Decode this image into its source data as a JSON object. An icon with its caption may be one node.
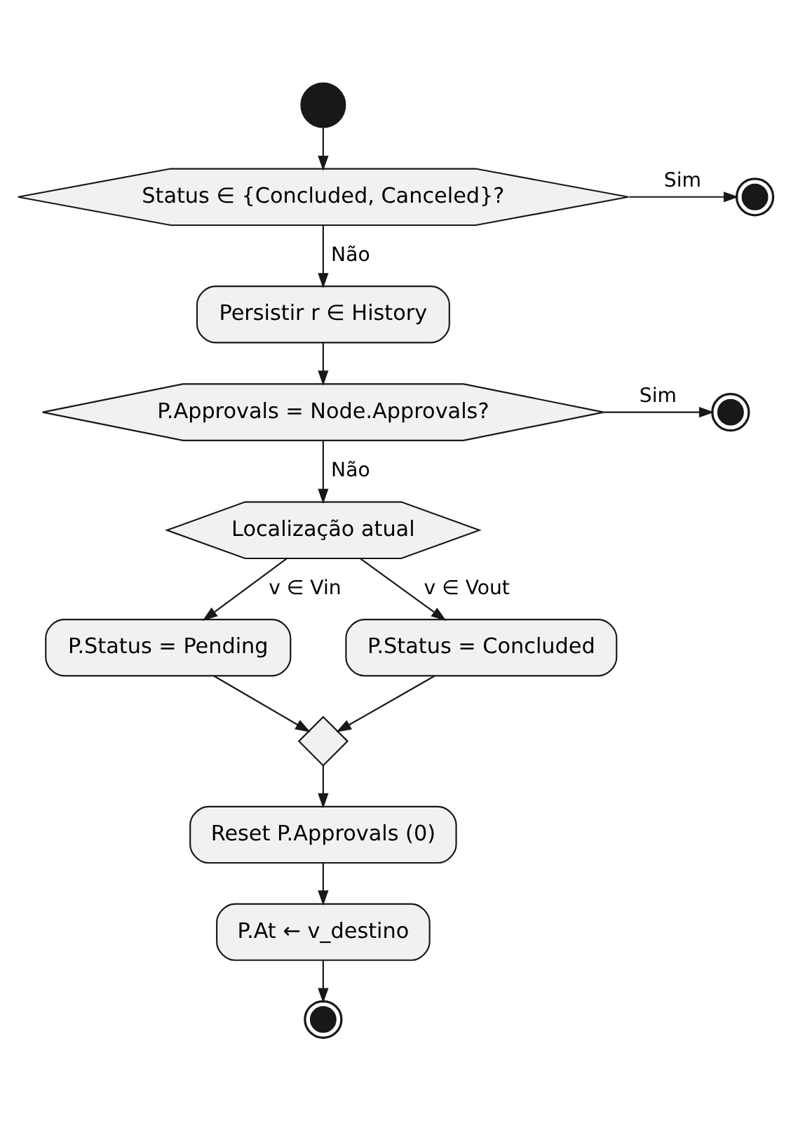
{
  "diagram": {
    "nodes": [
      {
        "text": [],
        "shape": "circle"
      },
      {
        "text": [
          "Status ∈ {Concluded, Canceled}?"
        ]
      },
      {
        "text": [],
        "shape": "circle"
      },
      {
        "text": [
          "Persistir r ∈ History"
        ]
      },
      {
        "text": [
          "P.Approvals = Node.Approvals?"
        ]
      },
      {
        "text": [],
        "shape": "circle"
      },
      {
        "text": [
          "Localização atual"
        ]
      },
      {
        "text": [
          "P.Status = Pending"
        ]
      },
      {
        "text": [
          "P.Status = Concluded"
        ]
      },
      {
        "text": [],
        "shape": "diamond"
      },
      {
        "text": [
          "Reset P.Approvals (0)"
        ]
      },
      {
        "text": [
          "P.At ← v_destino"
        ]
      },
      {
        "text": [],
        "shape": "circle"
      }
    ],
    "edges": [
      {
        "from": 0,
        "to": 1,
        "arrow": "to"
      },
      {
        "from": 1,
        "to": 2,
        "arrow": "to",
        "label": "Sim"
      },
      {
        "from": 1,
        "to": 3,
        "arrow": "to",
        "label": "Não"
      },
      {
        "from": 3,
        "to": 4,
        "arrow": "to"
      },
      {
        "from": 4,
        "to": 5,
        "arrow": "to",
        "label": "Sim"
      },
      {
        "from": 4,
        "to": 6,
        "arrow": "to",
        "label": "Não"
      },
      {
        "from": 6,
        "to": 7,
        "arrow": "to",
        "label": "v ∈ Vin"
      },
      {
        "from": 6,
        "to": 8,
        "arrow": "to",
        "label": "v ∈ Vout"
      },
      {
        "from": 7,
        "to": 9,
        "arrow": "to"
      },
      {
        "from": 8,
        "to": 9,
        "arrow": "to"
      },
      {
        "from": 9,
        "to": 10,
        "arrow": "to"
      },
      {
        "from": 10,
        "to": 11,
        "arrow": "to"
      },
      {
        "from": 11,
        "to": 12,
        "arrow": "to"
      }
    ]
  }
}
